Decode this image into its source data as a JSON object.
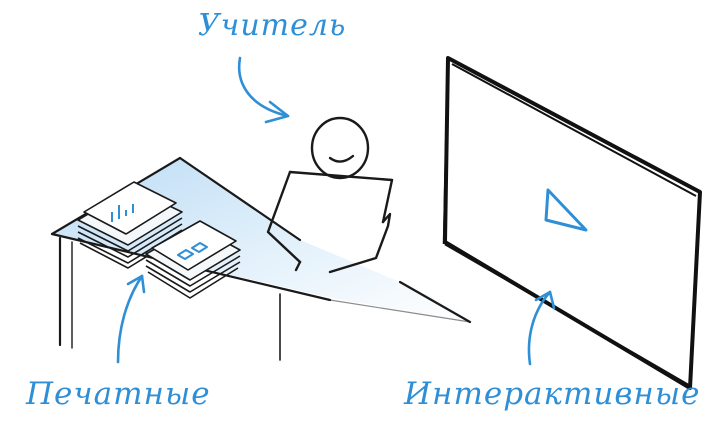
{
  "labels": {
    "teacher": "Учитель",
    "printed": "Печатные",
    "interactive": "Интерактивные"
  },
  "colors": {
    "ink": "#1a1a1a",
    "accent": "#2f8fd6",
    "desk_fill": "#cfe6f8"
  },
  "icons": {
    "screen_mark": "play-triangle-icon",
    "paper_stack_1_mark": "bar-chart-icon",
    "paper_stack_2_mark": "squares-icon"
  }
}
